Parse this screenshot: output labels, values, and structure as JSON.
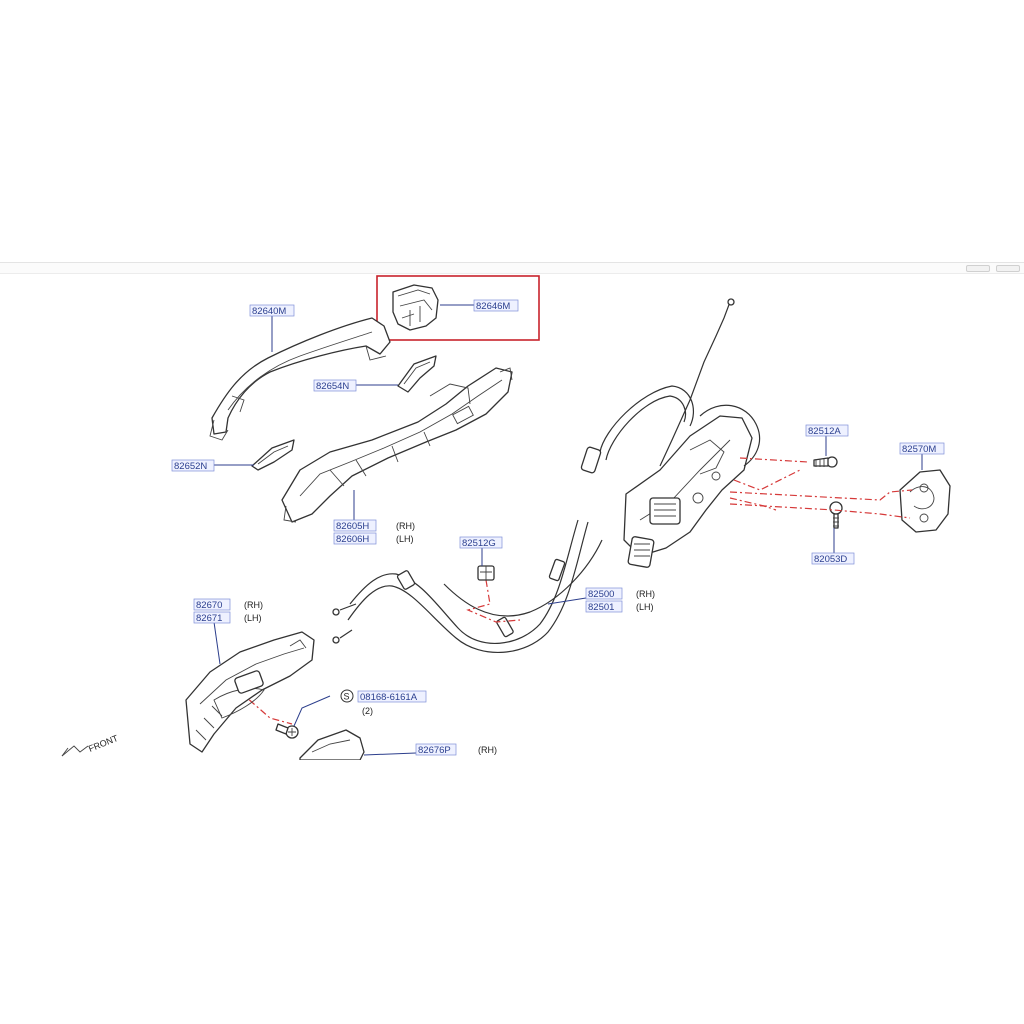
{
  "parts": [
    {
      "id": "p82640M",
      "number": "82640M",
      "note": ""
    },
    {
      "id": "p82646M",
      "number": "82646M",
      "note": ""
    },
    {
      "id": "p82654N",
      "number": "82654N",
      "note": ""
    },
    {
      "id": "p82652N",
      "number": "82652N",
      "note": ""
    },
    {
      "id": "p82605H",
      "number": "82605H",
      "note": "(RH)"
    },
    {
      "id": "p82606H",
      "number": "82606H",
      "note": "(LH)"
    },
    {
      "id": "p82512A",
      "number": "82512A",
      "note": ""
    },
    {
      "id": "p82570M",
      "number": "82570M",
      "note": ""
    },
    {
      "id": "p82053D",
      "number": "82053D",
      "note": ""
    },
    {
      "id": "p82512G",
      "number": "82512G",
      "note": ""
    },
    {
      "id": "p82500",
      "number": "82500",
      "note": "(RH)"
    },
    {
      "id": "p82501",
      "number": "82501",
      "note": "(LH)"
    },
    {
      "id": "p82670",
      "number": "82670",
      "note": "(RH)"
    },
    {
      "id": "p82671",
      "number": "82671",
      "note": "(LH)"
    },
    {
      "id": "p08168",
      "number": "08168-6161A",
      "note": "(2)"
    },
    {
      "id": "p82676P",
      "number": "82676P",
      "note": "(RH)"
    }
  ],
  "symbols": {
    "screw_standard": "S"
  },
  "front_label": "FRONT",
  "highlight": {
    "color": "#c8232c",
    "target": "82646M"
  }
}
